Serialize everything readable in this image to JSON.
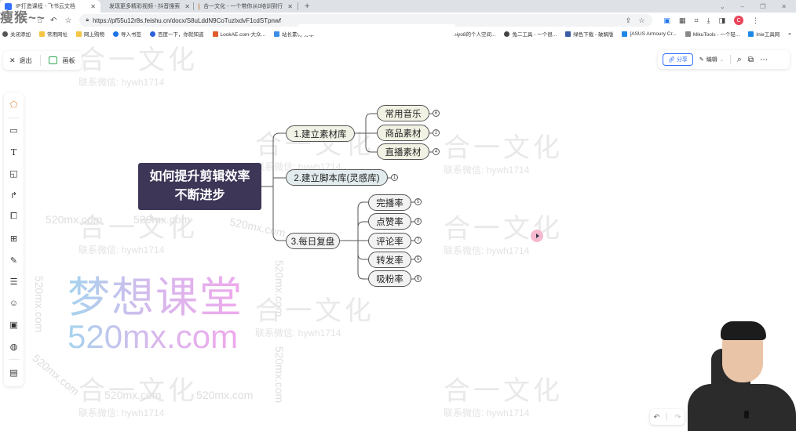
{
  "browser": {
    "tabs": [
      {
        "label": "IP打造课程 - 飞书云文档",
        "active": true,
        "favicon_color": "#3370ff"
      },
      {
        "label": "发现更多精彩视频 - 抖音搜索",
        "active": false,
        "favicon_color": "#111111"
      },
      {
        "label": "合一文化 - 一个带你从0培训到行",
        "active": false,
        "favicon_color": "#c0772b"
      }
    ],
    "new_tab": "+",
    "window_controls": [
      "⌄",
      "–",
      "❐",
      "✕"
    ],
    "url": "https://pf55u12r8s.feishu.cn/docx/S8uLddN9CoTuzlxdvF1cdSTpnwf",
    "profile_initial": "C",
    "overlay_watermark": "瘦猴~~",
    "bookmarks": [
      {
        "label": "关闭添加",
        "color": "#555555"
      },
      {
        "label": "常用网址",
        "color": "#f4c542"
      },
      {
        "label": "网上购物",
        "color": "#f4c542"
      },
      {
        "label": "导入书签",
        "color": "#1a73e8"
      },
      {
        "label": "百度一下，你就知道",
        "color": "#2b62d9"
      },
      {
        "label": "LookAE.com-大众...",
        "color": "#e05a2b"
      },
      {
        "label": "站长素材-分享",
        "color": "#3a8ee6"
      }
    ],
    "bookmarks_right": [
      {
        "label": "niyo8的个人空间...",
        "color": "#ffffff"
      },
      {
        "label": "兔二工具 - 一个很...",
        "color": "#444444"
      },
      {
        "label": "绿色下载 - 破解版",
        "color": "#3b5ba5"
      },
      {
        "label": "[ASUS Armoury Cr...",
        "color": "#1e88e5"
      },
      {
        "label": "MikuTools - 一个轻...",
        "color": "#888888"
      },
      {
        "label": "Inie工具网",
        "color": "#1e88e5"
      }
    ],
    "bookmarks_more": "»"
  },
  "toolbar": {
    "exit_label": "退出",
    "board_label": "画板",
    "share_label": "分享",
    "edit_label": "编辑"
  },
  "side_tools": [
    "shapes-icon",
    "rectangle-icon",
    "text-icon",
    "sticky-note-icon",
    "connector-icon",
    "frame-icon",
    "table-icon",
    "pen-icon",
    "mindmap-icon",
    "sticker-icon",
    "image-icon",
    "palette-icon",
    "comment-icon"
  ],
  "mindmap": {
    "root": {
      "line1": "如何提升剪辑效率",
      "line2": "不断进步"
    },
    "branches": [
      {
        "label": "1.建立素材库",
        "children": [
          {
            "label": "常用音乐",
            "count": "6"
          },
          {
            "label": "商品素材",
            "count": "2"
          },
          {
            "label": "直播素材",
            "count": "4"
          }
        ]
      },
      {
        "label": "2.建立脚本库(灵感库)",
        "count": "1"
      },
      {
        "label": "3.每日复盘",
        "children": [
          {
            "label": "完播率",
            "count": "5"
          },
          {
            "label": "点赞率",
            "count": "8"
          },
          {
            "label": "评论率",
            "count": "7"
          },
          {
            "label": "转发率",
            "count": "5"
          },
          {
            "label": "吸粉率",
            "count": "6"
          }
        ]
      }
    ]
  },
  "watermarks": {
    "brand": "合一文化",
    "contact": "联系微信: hywh1714",
    "site": "520mx.com",
    "dream_title": "梦想课堂",
    "dream_url": "520mx.com"
  },
  "undo": {
    "undo": "↶",
    "redo": "↷"
  }
}
